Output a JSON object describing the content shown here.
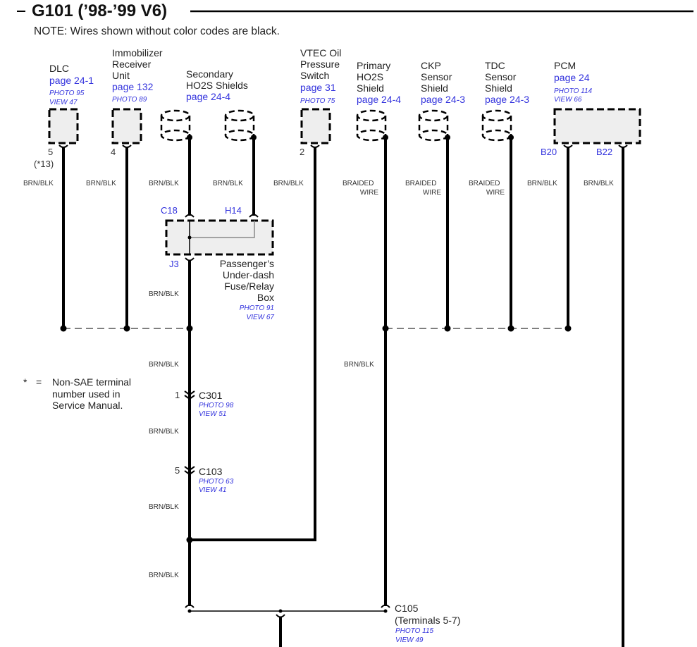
{
  "title": "G101 (’98-’99 V6)",
  "note": "NOTE: Wires shown without color codes are black.",
  "components": {
    "dlc": {
      "name": [
        "DLC"
      ],
      "page": "page 24-1",
      "photo": "PHOTO 95",
      "view": "VIEW 47",
      "pin": "5",
      "pin_alt": "(*13)"
    },
    "immobilizer": {
      "name": [
        "Immobilizer",
        "Receiver",
        "Unit"
      ],
      "page": "page 132",
      "photo": "PHOTO 89",
      "pin": "4"
    },
    "secondary_ho2s": {
      "name": [
        "Secondary",
        "HO2S Shields"
      ],
      "page": "page 24-4"
    },
    "vtec": {
      "name": [
        "VTEC Oil",
        "Pressure",
        "Switch"
      ],
      "page": "page 31",
      "photo": "PHOTO 75",
      "pin": "2"
    },
    "primary_ho2s": {
      "name": [
        "Primary",
        "HO2S",
        "Shield"
      ],
      "page": "page 24-4"
    },
    "ckp": {
      "name": [
        "CKP",
        "Sensor",
        "Shield"
      ],
      "page": "page 24-3"
    },
    "tdc": {
      "name": [
        "TDC",
        "Sensor",
        "Shield"
      ],
      "page": "page 24-3"
    },
    "pcm": {
      "name": [
        "PCM"
      ],
      "page": "page 24",
      "photo": "PHOTO 114",
      "view": "VIEW 66",
      "pins": [
        "B20",
        "B22"
      ]
    }
  },
  "wire_labels": {
    "brn_blk": "BRN/BLK",
    "braided": [
      "BRAIDED",
      "WIRE"
    ]
  },
  "fuse_box": {
    "pins": {
      "c18": "C18",
      "h14": "H14",
      "j3": "J3"
    },
    "name": [
      "Passenger’s",
      "Under-dash",
      "Fuse/Relay",
      "Box"
    ],
    "photo": "PHOTO 91",
    "view": "VIEW 67"
  },
  "footnote": {
    "symbol": "*",
    "equals": "=",
    "lines": [
      "Non-SAE terminal",
      "number used in",
      "Service Manual."
    ]
  },
  "connectors": {
    "c301": {
      "pin": "1",
      "name": "C301",
      "photo": "PHOTO 98",
      "view": "VIEW 51"
    },
    "c103": {
      "pin": "5",
      "name": "C103",
      "photo": "PHOTO 63",
      "view": "VIEW 41"
    },
    "c105": {
      "name": "C105",
      "sub": "(Terminals 5-7)",
      "photo": "PHOTO 115",
      "view": "VIEW 49"
    }
  }
}
